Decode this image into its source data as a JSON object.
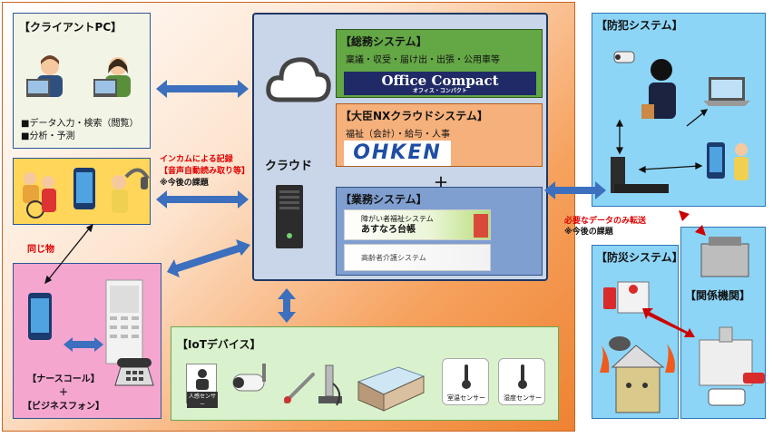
{
  "client_pc": {
    "title": "【クライアントPC】",
    "bullets": [
      "■データ入力・検索（閲覧）",
      "■分析・予測"
    ]
  },
  "incam_note": {
    "line1": "インカムによる記録",
    "line2": "【音声自動読み取り等】",
    "line3": "※今後の課題"
  },
  "same_thing": "同じ物",
  "nurse_call": {
    "label1": "【ナースコール】",
    "plus": "＋",
    "label2": "【ビジネスフォン】"
  },
  "cloud": {
    "label": "クラウド"
  },
  "soumu": {
    "title": "【総務システム】",
    "desc": "稟議・収受・届け出・出張・公用車等",
    "logo": "Office Compact",
    "logo_sub": "オフィス・コンパクト"
  },
  "daijin": {
    "title": "【大臣NXクラウドシステム】",
    "desc": "福祉（会計）・給与・人事",
    "logo": "OHKEN"
  },
  "plus": "＋",
  "gyomu": {
    "title": "【業務システム】",
    "banner1_line1": "障がい者福祉システム",
    "banner1_line2": "あすなろ台帳",
    "banner2": "高齢者介護システム"
  },
  "iot": {
    "title": "【IoTデバイス】",
    "sensor_person": "人感センサー",
    "sensor_room": "室温センサー",
    "sensor_humidity": "湿度センサー"
  },
  "transfer_note": {
    "line1": "必要なデータのみ転送",
    "line2": "※今後の課題"
  },
  "bouhan": {
    "title": "【防犯システム】"
  },
  "bousai": {
    "title": "【防災システム】"
  },
  "kankei": {
    "title": "【関係機関】"
  },
  "colors": {
    "arrow_blue": "#3c6fbd",
    "arrow_red": "#cc0000",
    "cloud_box": "#c9d5e8",
    "soumu": "#64a745",
    "daijin": "#f5b07b",
    "gyomu": "#7f9fd0",
    "iot": "#d9f2cd",
    "security": "#8dd5f7"
  }
}
